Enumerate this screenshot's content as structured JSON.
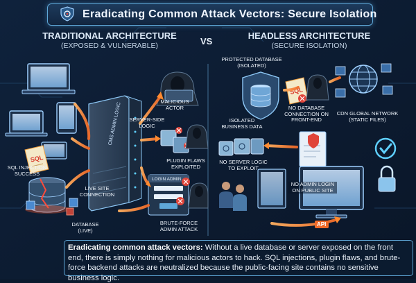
{
  "title": "Eradicating Common Attack Vectors: Secure Isolation",
  "vs": "VS",
  "left": {
    "heading": "TRADITIONAL ARCHITECTURE",
    "subheading": "(EXPOSED & VULNERABLE)",
    "server_label": "CMS ADMIN LOGIC",
    "sql_tag": "SQL",
    "login_panel": "LOGIN ADMIN",
    "labels": {
      "malicious_actor": [
        "MALICIOUS",
        "ACTOR"
      ],
      "server_side_logic": [
        "SERVER-SIDE",
        "LOGIC"
      ],
      "plugin_flaws": [
        "PLUGIN FLAWS",
        "EXPLOITED"
      ],
      "sql_injection": [
        "SQL INJECTION",
        "SUCCESS"
      ],
      "live_site": [
        "LIVE SITE",
        "CONNECTION"
      ],
      "database_live": [
        "DATABASE",
        "(LIVE)"
      ],
      "brute_force": [
        "BRUTE-FORCE",
        "ADMIN ATTACK"
      ]
    }
  },
  "right": {
    "heading": "HEADLESS ARCHITECTURE",
    "subheading": "(SECURE ISOLATION)",
    "sql_tag": "SQL",
    "labels": {
      "protected_db": [
        "PROTECTED DATABASE",
        "(ISOLATED)"
      ],
      "isolated_data": [
        "ISOLATED",
        "BUSINESS DATA"
      ],
      "no_db_connection": [
        "NO DATABASE",
        "CONNECTION ON",
        "FRONT-END"
      ],
      "cdn": [
        "CDN GLOBAL NETWORK",
        "(STATIC FILES)"
      ],
      "no_server_logic": [
        "NO SERVER LOGIC",
        "TO EXPLOIT"
      ],
      "no_admin_login": [
        "NO ADMIN LOGIN",
        "ON PUBLIC SITE"
      ],
      "api": "API"
    }
  },
  "caption": {
    "lead": "Eradicating common attack vectors:",
    "body": " Without a live database or server exposed on the front end, there is simply nothing for malicious actors to hack. SQL injections, plugin flaws, and brute-force backend attacks are neutralized because the public-facing site contains no sensitive business logic."
  },
  "colors": {
    "background": "#0b1a2e",
    "accent": "#5fa8d8",
    "danger": "#e0453a",
    "arrow": "#f08a3a"
  }
}
